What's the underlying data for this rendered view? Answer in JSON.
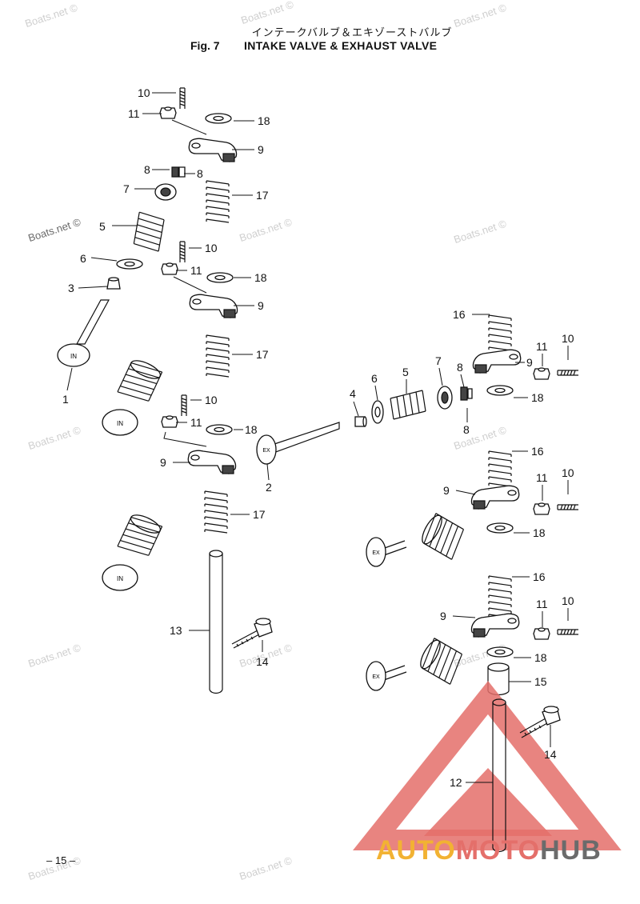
{
  "header": {
    "title_jp": "インテークバルブ＆エキゾーストバルブ",
    "fig_label": "Fig. 7",
    "title_en": "INTAKE VALVE & EXHAUST VALVE"
  },
  "watermark_text": "Boats.net ©",
  "page_number": "– 15 –",
  "valve_stamps": {
    "intake": "IN",
    "exhaust": "EX"
  },
  "logo": {
    "part1": "AUTO",
    "part2": "MOTO",
    "part3": "HUB"
  },
  "colors": {
    "logo_red": "#e46f6a",
    "logo_yellow": "#f2b233",
    "logo_gray": "#6b6b6b"
  },
  "callouts": {
    "c1": "1",
    "c2": "2",
    "c3": "3",
    "c4": "4",
    "c5": "5",
    "c6": "6",
    "c7": "7",
    "c8": "8",
    "c9": "9",
    "c10": "10",
    "c11": "11",
    "c12": "12",
    "c13": "13",
    "c14": "14",
    "c15": "15",
    "c16": "16",
    "c17": "17",
    "c18": "18"
  }
}
